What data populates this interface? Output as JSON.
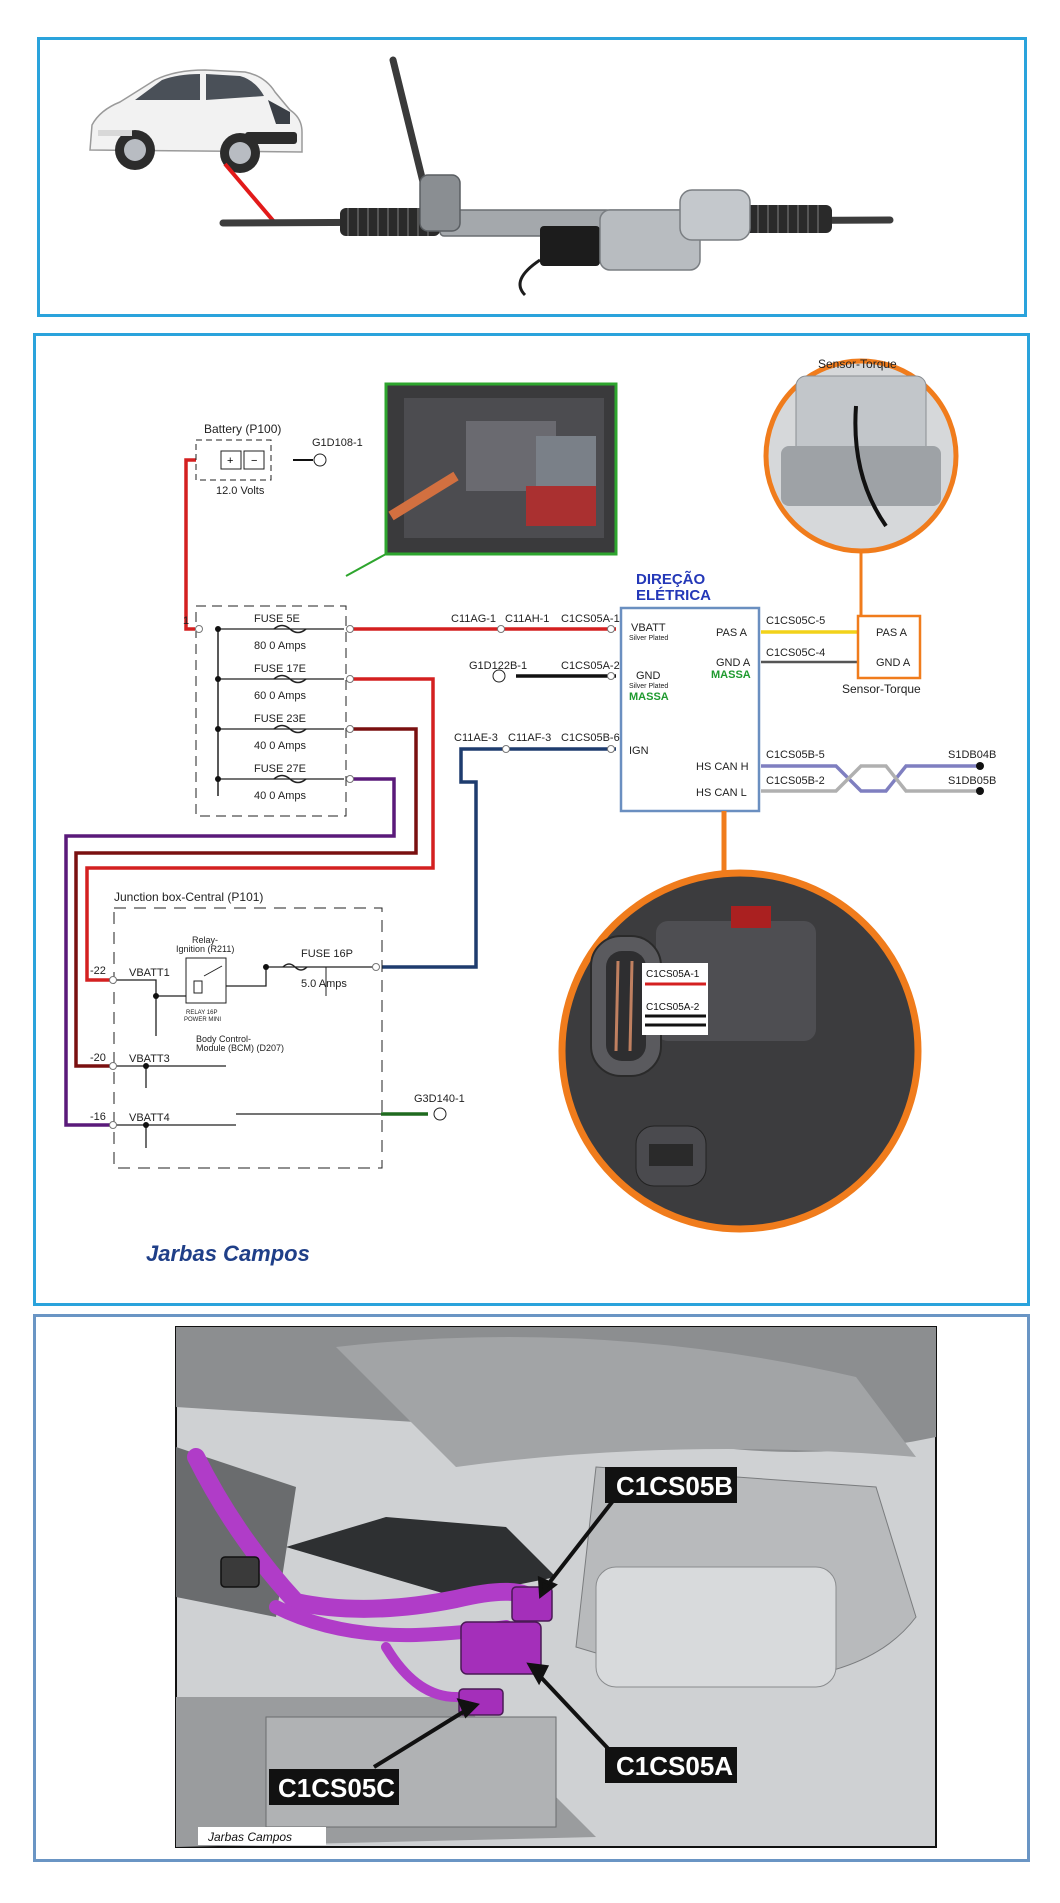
{
  "colors": {
    "panel_border": "#2aa3dc",
    "wire_power": "#d42020",
    "wire_dark_red": "#7a1010",
    "wire_purple": "#5a1a7a",
    "wire_blue": "#1e3c6e",
    "wire_ground": "#111111",
    "wire_yellow": "#f2d21a",
    "wire_green": "#1f6a1f",
    "can_h": "#7f7fc0",
    "can_l": "#b0b0b0",
    "module_border": "#6a8fc0",
    "highlight_orange": "#f07c1c",
    "photo_border_green": "#2ea52e",
    "title_blue": "#2438b8",
    "massa_green": "#1f9a2f",
    "harness_magenta": "#b03cc8"
  },
  "battery": {
    "title": "Battery (P100)",
    "volts": "12.0 Volts",
    "ground": "G1D108-1"
  },
  "fuses": [
    {
      "name": "FUSE 5E",
      "rating": "80 0 Amps"
    },
    {
      "name": "FUSE 17E",
      "rating": "60 0 Amps"
    },
    {
      "name": "FUSE 23E",
      "rating": "40 0 Amps"
    },
    {
      "name": "FUSE 27E",
      "rating": "40 0 Amps"
    }
  ],
  "pin1": "1",
  "connectors": {
    "c11ag": "C11AG-1",
    "c11ah": "C11AH-1",
    "c1cs05a1": "C1CS05A-1",
    "g1d122b": "G1D122B-1",
    "c1cs05a2": "C1CS05A-2",
    "c11ae": "C11AE-3",
    "c11af": "C11AF-3",
    "c1cs05b6": "C1CS05B-6",
    "c1cs05c5": "C1CS05C-5",
    "c1cs05c4": "C1CS05C-4",
    "c1cs05b5": "C1CS05B-5",
    "c1cs05b2": "C1CS05B-2",
    "s1db04b": "S1DB04B",
    "s1db05b": "S1DB05B"
  },
  "module": {
    "title_line1": "DIREÇÃO",
    "title_line2": "ELÉTRICA",
    "vbatt": "VBATT",
    "vbatt_sub": "Silver Plated",
    "gnd": "GND",
    "gnd_sub": "Silver Plated",
    "massa": "MASSA",
    "ign": "IGN",
    "pas_a": "PAS A",
    "gnd_a": "GND A",
    "massa_right": "MASSA",
    "hs_can_h": "HS CAN H",
    "hs_can_l": "HS CAN L"
  },
  "sensor": {
    "photo_title": "Sensor-Torque",
    "pas_a": "PAS A",
    "gnd_a": "GND A",
    "label": "Sensor-Torque"
  },
  "junction": {
    "title": "Junction box-Central (P101)",
    "relay_line1": "Relay-",
    "relay_line2": "Ignition (R211)",
    "relay_sub1": "RELAY 16P",
    "relay_sub2": "POWER MINI",
    "fuse16": "FUSE 16P",
    "fuse16_rating": "5.0 Amps",
    "vbatt1": "VBATT1",
    "vbatt3": "VBATT3",
    "vbatt4": "VBATT4",
    "pin22": "-22",
    "pin20": "-20",
    "pin16": "-16",
    "bcm_line1": "Body Control-",
    "bcm_line2": "Module (BCM) (D207)",
    "ground": "G3D140-1"
  },
  "zoom_labels": {
    "a1": "C1CS05A-1",
    "a2": "C1CS05A-2"
  },
  "watermark": "Jarbas Campos",
  "callouts": {
    "b": "C1CS05B",
    "a": "C1CS05A",
    "c": "C1CS05C"
  }
}
